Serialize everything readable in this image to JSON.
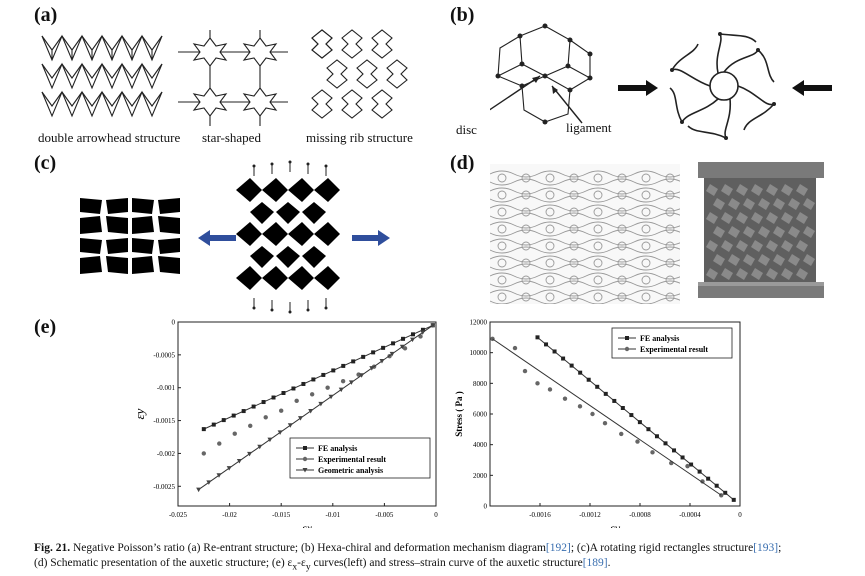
{
  "panels": {
    "a": {
      "label": "(a)",
      "captions": [
        "double arrowhead structure",
        "star-shaped",
        "missing rib structure"
      ]
    },
    "b": {
      "label": "(b)",
      "annotations": [
        "disc",
        "ligament"
      ]
    },
    "c": {
      "label": "(c)"
    },
    "d": {
      "label": "(d)"
    },
    "e": {
      "label": "(e)"
    }
  },
  "caption": {
    "prefix": "Fig. 21.",
    "part1": "Negative Poisson’s ratio (a) Re-entrant structure; (b) Hexa-chiral and deformation mechanism diagram",
    "ref1": "[192]",
    "part2": "; (c)A rotating rigid rectangles structure",
    "ref2": "[193]",
    "part3": ";",
    "line2a": "(d) Schematic presentation of the auxetic structure; (e) ε",
    "line2b": "-ε",
    "line2c": " curves(left) and stress–strain curve of the auxetic structure",
    "ref3": "[189]",
    "line2d": ".",
    "sub_x": "x",
    "sub_y": "y"
  },
  "colors": {
    "arrow_blue": "#2f4e9c",
    "cell_dark": "#555555",
    "link": "#3a6fb0"
  },
  "chart_data": [
    {
      "type": "line",
      "xlabel": "εx",
      "ylabel": "εy",
      "xlim": [
        -0.025,
        0
      ],
      "ylim": [
        -0.0028,
        0
      ],
      "xticks": [
        "-0.025",
        "-0.02",
        "-0.015",
        "-0.01",
        "-0.005",
        "0"
      ],
      "yticks": [
        "0",
        "-0.0005",
        "-0.001",
        "-0.0015",
        "-0.002",
        "-0.0025"
      ],
      "legend_position": "bottom-right",
      "series": [
        {
          "name": "FE analysis",
          "marker": "square",
          "x": [
            -0.0225,
            -0.0003
          ],
          "y": [
            -0.00163,
            -5e-05
          ]
        },
        {
          "name": "Experimental result",
          "marker": "circle",
          "x": [
            -0.0225,
            -0.021,
            -0.0195,
            -0.018,
            -0.0165,
            -0.015,
            -0.0135,
            -0.012,
            -0.0105,
            -0.009,
            -0.0075,
            -0.006,
            -0.0045,
            -0.003,
            -0.0015,
            -0.0003
          ],
          "y": [
            -0.002,
            -0.00185,
            -0.0017,
            -0.00158,
            -0.00145,
            -0.00135,
            -0.0012,
            -0.0011,
            -0.001,
            -0.0009,
            -0.0008,
            -0.00068,
            -0.00052,
            -0.0004,
            -0.00022,
            -5e-05
          ]
        },
        {
          "name": "Geometric analysis",
          "marker": "triangle-down",
          "x": [
            -0.023,
            -0.0003
          ],
          "y": [
            -0.00255,
            -5e-05
          ]
        }
      ]
    },
    {
      "type": "line",
      "xlabel": "εy",
      "ylabel": "Stress ( Pa )",
      "xlim": [
        -0.002,
        0
      ],
      "ylim": [
        0,
        12000
      ],
      "xticks": [
        "-0.0016",
        "-0.0012",
        "-0.0008",
        "-0.0004",
        "0"
      ],
      "yticks": [
        "0",
        "2000",
        "4000",
        "6000",
        "8000",
        "10000",
        "12000"
      ],
      "legend_position": "top-right",
      "series": [
        {
          "name": "FE analysis",
          "marker": "square",
          "x": [
            -0.00162,
            -5e-05
          ],
          "y": [
            11000,
            400
          ]
        },
        {
          "name": "Experimental result",
          "marker": "circle",
          "x": [
            -0.00198,
            -0.0018,
            -0.00172,
            -0.00162,
            -0.00152,
            -0.0014,
            -0.00128,
            -0.00118,
            -0.00108,
            -0.00095,
            -0.00082,
            -0.0007,
            -0.00055,
            -0.00042,
            -0.0003,
            -0.00015
          ],
          "y": [
            10900,
            10300,
            8800,
            8000,
            7600,
            7000,
            6500,
            6000,
            5400,
            4700,
            4200,
            3500,
            2800,
            2600,
            1600,
            700
          ]
        }
      ]
    }
  ]
}
